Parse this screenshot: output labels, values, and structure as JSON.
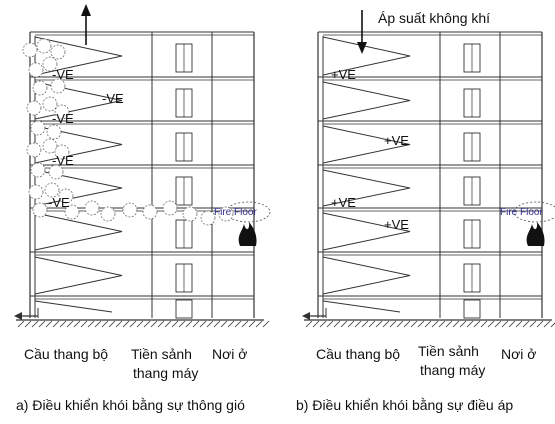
{
  "left_panel": {
    "labels": {
      "stair": "Cầu thang bộ",
      "lobby_line1": "Tiền sảnh",
      "lobby_line2": "thang máy",
      "occupied": "Nơi ở"
    },
    "caption": "a) Điều khiển khói bằng sự thông gió",
    "ve_labels": [
      "-VE",
      "-VE",
      "-VE",
      "-VE",
      "-VE"
    ],
    "fire_floor": "Fire Floor"
  },
  "right_panel": {
    "top_label": "Áp suất không khí",
    "labels": {
      "stair": "Cầu thang bộ",
      "lobby_line1": "Tiền sảnh",
      "lobby_line2": "thang máy",
      "occupied": "Nơi ở"
    },
    "caption": "b) Điều khiển khói bằng sự điều áp",
    "ve_labels": [
      "+VE",
      "+VE",
      "+VE",
      "+VE"
    ],
    "fire_floor": "Fire Floor"
  }
}
